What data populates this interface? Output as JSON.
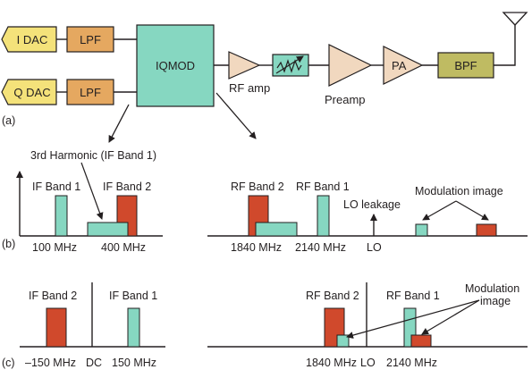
{
  "colors": {
    "dac": "#f4e27a",
    "lpf": "#e5a860",
    "iqmod": "#86d7c1",
    "amp": "#f1d8bf",
    "filter": "#86d7c1",
    "pa": "#f1d8bf",
    "bpf": "#bfbb62",
    "red_band": "#d0492c",
    "teal_band": "#86d7c1",
    "line": "#231f20"
  },
  "blocks": {
    "i_dac": "I DAC",
    "q_dac": "Q DAC",
    "lpf_top": "LPF",
    "lpf_bottom": "LPF",
    "iqmod": "IQMOD",
    "rf_amp": "RF amp",
    "preamp": "Preamp",
    "pa": "PA",
    "bpf": "BPF"
  },
  "icons": {
    "antenna": "antenna-icon",
    "variable_attenuator": "variable-attenuator-icon"
  },
  "section_labels": {
    "a": "(a)",
    "b": "(b)",
    "c": "(c)"
  },
  "row_b": {
    "left": {
      "third_harmonic": "3rd Harmonic (IF Band 1)",
      "if_band_1": "IF Band 1",
      "if_band_2": "IF Band 2",
      "freq_100": "100 MHz",
      "freq_400": "400 MHz"
    },
    "right": {
      "rf_band_2": "RF Band 2",
      "rf_band_1": "RF Band 1",
      "lo_leakage": "LO leakage",
      "modulation_image": "Modulation image",
      "freq_1840": "1840 MHz",
      "freq_2140": "2140 MHz",
      "lo": "LO"
    }
  },
  "row_c": {
    "left": {
      "if_band_2": "IF Band 2",
      "if_band_1": "IF Band 1",
      "freq_neg150": "–150 MHz",
      "dc": "DC",
      "freq_150": "150 MHz"
    },
    "right": {
      "rf_band_2": "RF Band 2",
      "rf_band_1": "RF Band 1",
      "modulation_image": "Modulation\nimage",
      "modulation_image_line1": "Modulation",
      "modulation_image_line2": "image",
      "freq_1840": "1840 MHz",
      "lo": "LO",
      "freq_2140": "2140 MHz"
    }
  }
}
